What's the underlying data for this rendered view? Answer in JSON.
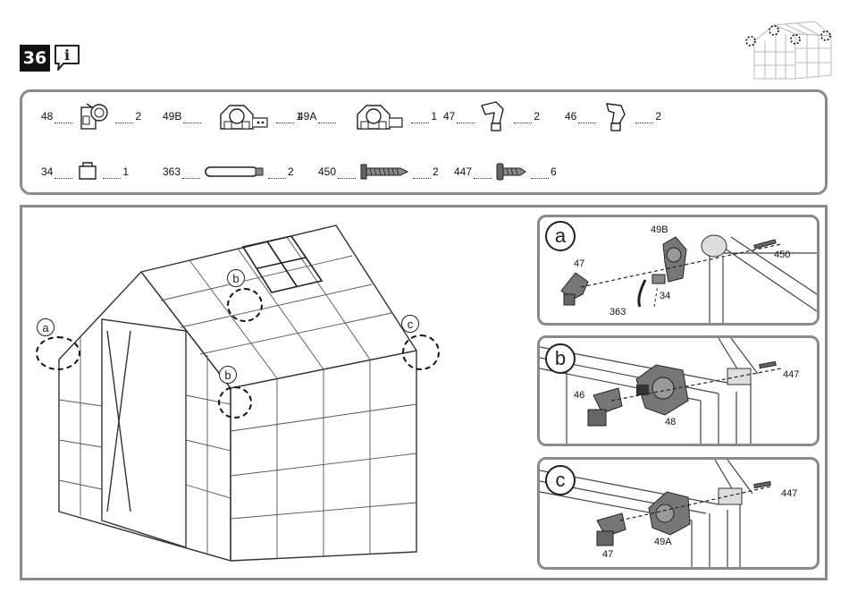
{
  "header": {
    "step_number": "36",
    "info_glyph": "i"
  },
  "parts": [
    {
      "code": "48",
      "qty": "2",
      "icon": "corner-bracket-48-icon"
    },
    {
      "code": "49B",
      "qty": "1",
      "icon": "connector-49b-icon"
    },
    {
      "code": "49A",
      "qty": "1",
      "icon": "connector-49a-icon"
    },
    {
      "code": "47",
      "qty": "2",
      "icon": "elbow-47-icon"
    },
    {
      "code": "46",
      "qty": "2",
      "icon": "elbow-46-icon"
    },
    {
      "code": "34",
      "qty": "1",
      "icon": "clip-34-icon"
    },
    {
      "code": "363",
      "qty": "2",
      "icon": "band-363-icon"
    },
    {
      "code": "450",
      "qty": "2",
      "icon": "bolt-450-icon"
    },
    {
      "code": "447",
      "qty": "6",
      "icon": "screw-447-icon"
    }
  ],
  "overview": {
    "callouts": [
      "a",
      "b",
      "b",
      "c"
    ]
  },
  "details": [
    {
      "letter": "a",
      "labels": [
        "49B",
        "47",
        "450",
        "34",
        "363"
      ]
    },
    {
      "letter": "b",
      "labels": [
        "46",
        "48",
        "447"
      ]
    },
    {
      "letter": "c",
      "labels": [
        "447",
        "49A",
        "47"
      ]
    }
  ]
}
